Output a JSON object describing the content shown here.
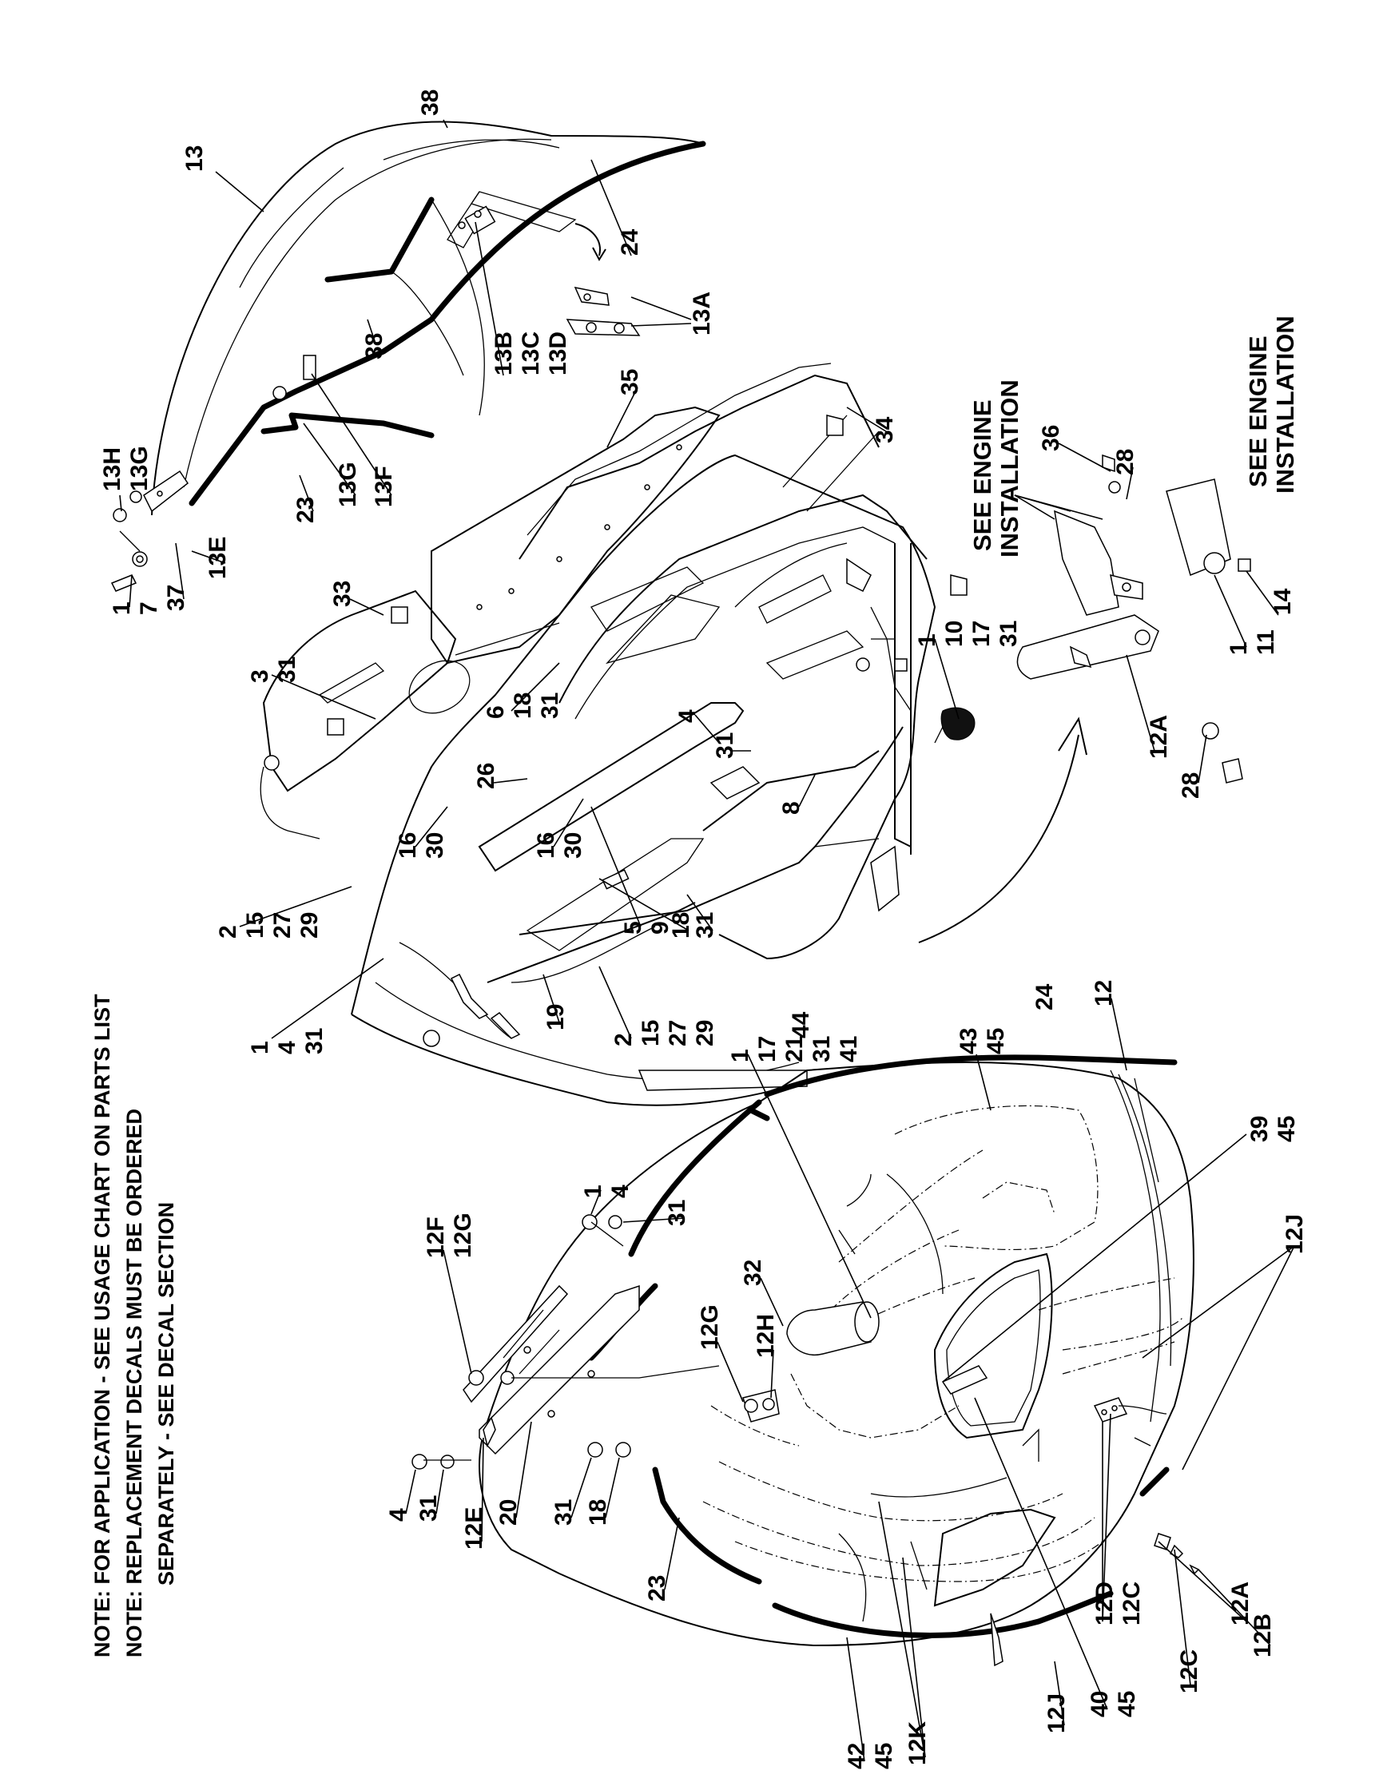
{
  "notes": [
    "NOTE: FOR APPLICATION - SEE USAGE CHART ON PARTS LIST",
    "NOTE: REPLACEMENT DECALS MUST BE ORDERED",
    "SEPARATELY - SEE DECAL SECTION"
  ],
  "references": [
    [
      "SEE ENGINE",
      "INSTALLATION"
    ],
    [
      "SEE ENGINE",
      "INSTALLATION"
    ]
  ],
  "callouts": [
    [
      "38"
    ],
    [
      "13"
    ],
    [
      "24"
    ],
    [
      "13A"
    ],
    [
      "38"
    ],
    [
      "13B",
      "13C",
      "13D"
    ],
    [
      "13H",
      "13G"
    ],
    [
      "1",
      "7"
    ],
    [
      "37"
    ],
    [
      "13E"
    ],
    [
      "23"
    ],
    [
      "13G"
    ],
    [
      "13F"
    ],
    [
      "35"
    ],
    [
      "33"
    ],
    [
      "3",
      "31"
    ],
    [
      "6",
      "18",
      "31"
    ],
    [
      "34"
    ],
    [
      "36"
    ],
    [
      "28"
    ],
    [
      "1",
      "10",
      "17",
      "31"
    ],
    [
      "1",
      "11"
    ],
    [
      "14"
    ],
    [
      "4"
    ],
    [
      "31"
    ],
    [
      "26"
    ],
    [
      "16",
      "30"
    ],
    [
      "16",
      "30"
    ],
    [
      "12A"
    ],
    [
      "28"
    ],
    [
      "8"
    ],
    [
      "2",
      "15",
      "27",
      "29"
    ],
    [
      "5",
      "9"
    ],
    [
      "18"
    ],
    [
      "31"
    ],
    [
      "1",
      "4",
      "31"
    ],
    [
      "19"
    ],
    [
      "2",
      "15",
      "27",
      "29"
    ],
    [
      "1",
      "17",
      "21",
      "31",
      "41"
    ],
    [
      "44"
    ],
    [
      "43",
      "45"
    ],
    [
      "24"
    ],
    [
      "12"
    ],
    [
      "39",
      "45"
    ],
    [
      "1",
      "4"
    ],
    [
      "31"
    ],
    [
      "32"
    ],
    [
      "12F",
      "12G"
    ],
    [
      "12G"
    ],
    [
      "12H"
    ],
    [
      "12J"
    ],
    [
      "4"
    ],
    [
      "31"
    ],
    [
      "12E"
    ],
    [
      "20"
    ],
    [
      "31"
    ],
    [
      "18"
    ],
    [
      "23"
    ],
    [
      "12D",
      "12C"
    ],
    [
      "12A"
    ],
    [
      "12B"
    ],
    [
      "12C"
    ],
    [
      "42",
      "45"
    ],
    [
      "12K"
    ],
    [
      "12J"
    ],
    [
      "40",
      "45"
    ]
  ]
}
